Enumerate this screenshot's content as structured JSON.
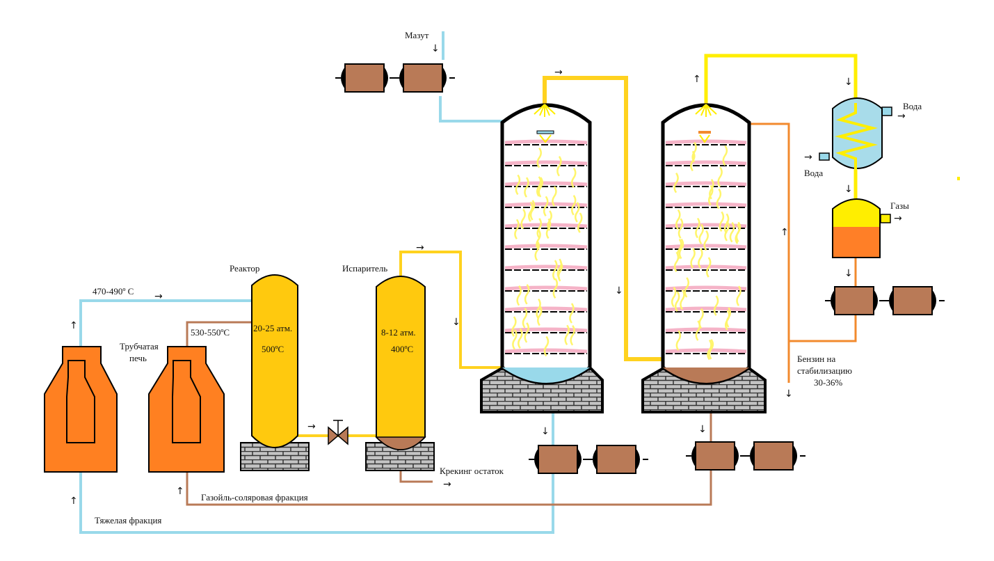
{
  "labels": {
    "mazut": "Мазут",
    "reactor": "Реактор",
    "evaporator": "Испаритель",
    "temp_470": "470-490º С",
    "tube_furnace_1": "Трубчатая",
    "tube_furnace_2": "печь",
    "temp_530": "530-550ºС",
    "reactor_pressure": "20-25 атм.",
    "reactor_temp": "500ºС",
    "evap_pressure": "8-12 атм.",
    "evap_temp": "400ºС",
    "cracking_residue": "Крекинг остаток",
    "gasoil_fraction": "Газойль-соляровая фракция",
    "heavy_fraction": "Тяжелая фракция",
    "water_out": "Вода",
    "water_in": "Вода",
    "gases": "Газы",
    "gasoline_1": "Бензин на",
    "gasoline_2": "стабилизацию",
    "gasoline_3": "30-36%"
  },
  "arrows": {
    "right": "→",
    "down": "↓",
    "up": "↑"
  },
  "colors": {
    "furnace": "#ff8021",
    "reactor": "#ffc90e",
    "pipe_light_blue": "#99d9ea",
    "pipe_brown": "#b97a57",
    "pipe_yellow": "#ffd21f",
    "pipe_orange": "#f28a2e",
    "vapor": "#fff56b",
    "tray_pink": "#f5b3c7",
    "base_gray": "#c3c3c3",
    "pump": "#b97a57",
    "condenser": "#a8dcea",
    "separator_top": "#ffee00",
    "separator_bottom": "#ff7f27"
  }
}
